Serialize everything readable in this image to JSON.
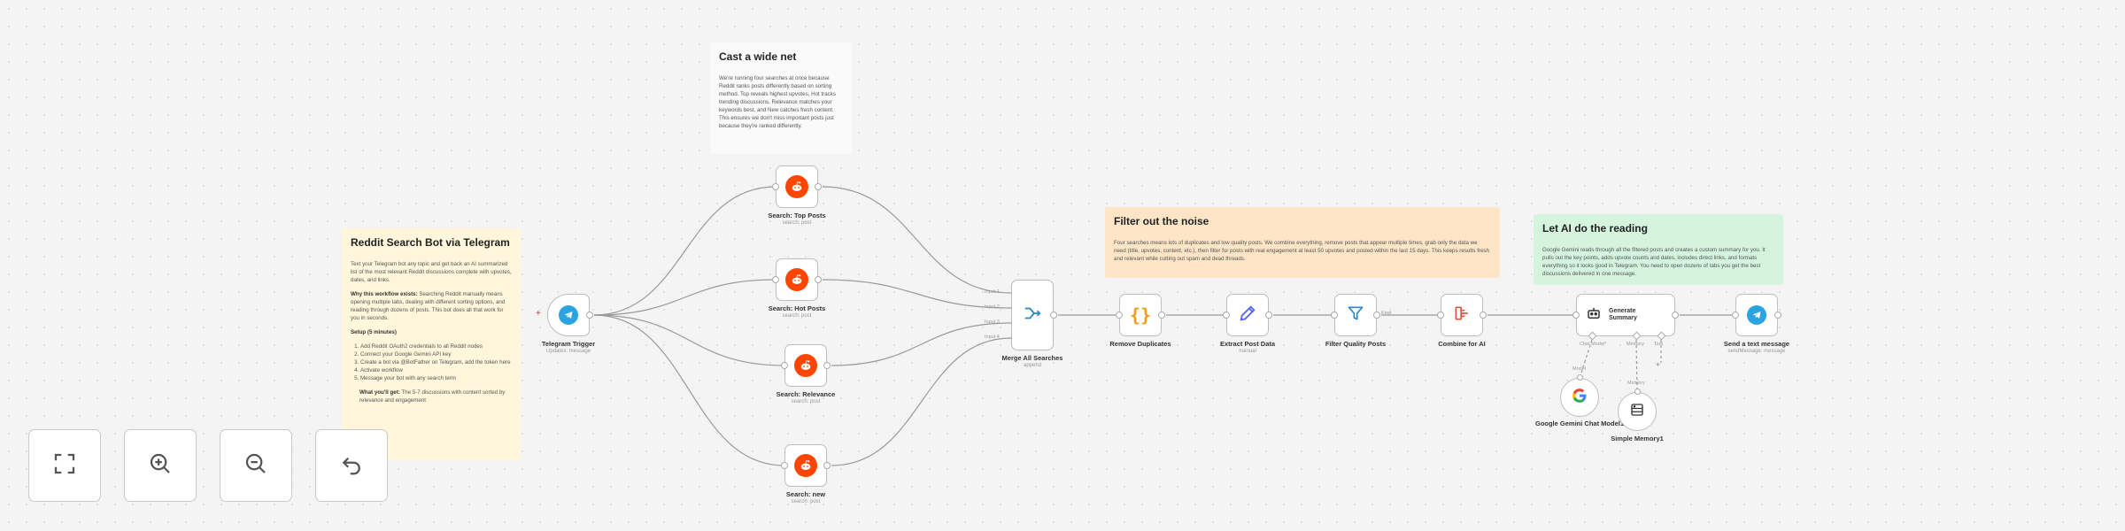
{
  "stickies": {
    "main": {
      "title": "Reddit Search Bot via Telegram",
      "intro": "Text your Telegram bot any topic and get back an AI summarized list of the most relevant Reddit discussions complete with upvotes, dates, and links.",
      "why_label": "Why this workflow exists:",
      "why_text": " Searching Reddit manually means opening multiple tabs, dealing with different sorting options, and reading through dozens of posts. This bot does all that work for you in seconds.",
      "setup_label": "Setup (5 minutes)",
      "steps": [
        "Add Reddit OAuth2 credentials to all Reddit nodes",
        "Connect your Google Gemini API key",
        "Create a bot via @BotFather on Telegram, add the token here",
        "Activate workflow",
        "Message your bot with any search term"
      ],
      "result_label": "What you'll get:",
      "result_text": " The 5-7 discussions with content sorted by relevance and engagement"
    },
    "wide_net": {
      "title": "Cast a wide net",
      "text": "We're running four searches at once because Reddit ranks posts differently based on sorting method. Top reveals highest upvotes, Hot tracks trending discussions, Relevance matches your keywords best, and New catches fresh content. This ensures we don't miss important posts just because they're ranked differently."
    },
    "noise": {
      "title": "Filter out the noise",
      "text": "Four searches means lots of duplicates and low quality posts. We combine everything, remove posts that appear multiple times, grab only the data we need (title, upvotes, content, etc.), then filter for posts with real engagement at least 50 upvotes and posted within the last 15 days. This keeps results fresh and relevant while cutting out spam and dead threads."
    },
    "ai": {
      "title": "Let AI do the reading",
      "text": "Google Gemini reads through all the filtered posts and creates a custom summary for you. It pulls out the key points, adds upvote counts and dates, includes direct links, and formats everything so it looks good in Telegram. You need to open dozens of tabs you get the best discussions delivered in one message."
    }
  },
  "nodes": {
    "trigger": {
      "label": "Telegram Trigger",
      "sub": "Updates: message"
    },
    "top": {
      "label": "Search: Top Posts",
      "sub": "search: post"
    },
    "hot": {
      "label": "Search: Hot Posts",
      "sub": "search: post"
    },
    "relevance": {
      "label": "Search: Relevance",
      "sub": "search: post"
    },
    "new": {
      "label": "Search: new",
      "sub": "search: post"
    },
    "merge": {
      "label": "Merge All Searches",
      "sub": "append"
    },
    "dedup": {
      "label": "Remove Duplicates",
      "sub": ""
    },
    "extract": {
      "label": "Extract Post Data",
      "sub": "manual"
    },
    "filter": {
      "label": "Filter Quality Posts",
      "sub": ""
    },
    "combine": {
      "label": "Combine for AI",
      "sub": ""
    },
    "summary": {
      "label": "Generate Summary",
      "sub": ""
    },
    "send": {
      "label": "Send a text message",
      "sub": "sendMessage: message"
    },
    "gemini": {
      "label": "Google Gemini Chat Model1"
    },
    "memory": {
      "label": "Simple Memory1"
    }
  },
  "port_labels": {
    "merge_in": [
      "Input 1",
      "Input 2",
      "Input 3",
      "Input 4"
    ],
    "filter_out": "Kept",
    "summary_chat": "Chat Model*",
    "summary_memory": "Memory",
    "summary_tool": "Tool",
    "gemini_top": "Model",
    "memory_top": "Memory"
  },
  "icons": {
    "reddit": "reddit-icon",
    "telegram": "telegram-icon",
    "merge": "merge-icon",
    "code": "code-braces-icon",
    "edit": "pencil-icon",
    "filter": "filter-icon",
    "aggregate": "aggregate-icon",
    "robot": "robot-icon",
    "google": "google-icon",
    "memory": "database-icon"
  },
  "controls": {
    "fit": "fit-view-button",
    "zoom_in": "zoom-in-button",
    "zoom_out": "zoom-out-button",
    "reset": "reset-zoom-button"
  },
  "colors": {
    "reddit": "#ff4500",
    "telegram": "#2aa3e0",
    "sticky_yellow": "#fff6db",
    "sticky_orange": "#fde5c6",
    "sticky_green": "#d5f4de",
    "edge": "#9a9a9a"
  }
}
